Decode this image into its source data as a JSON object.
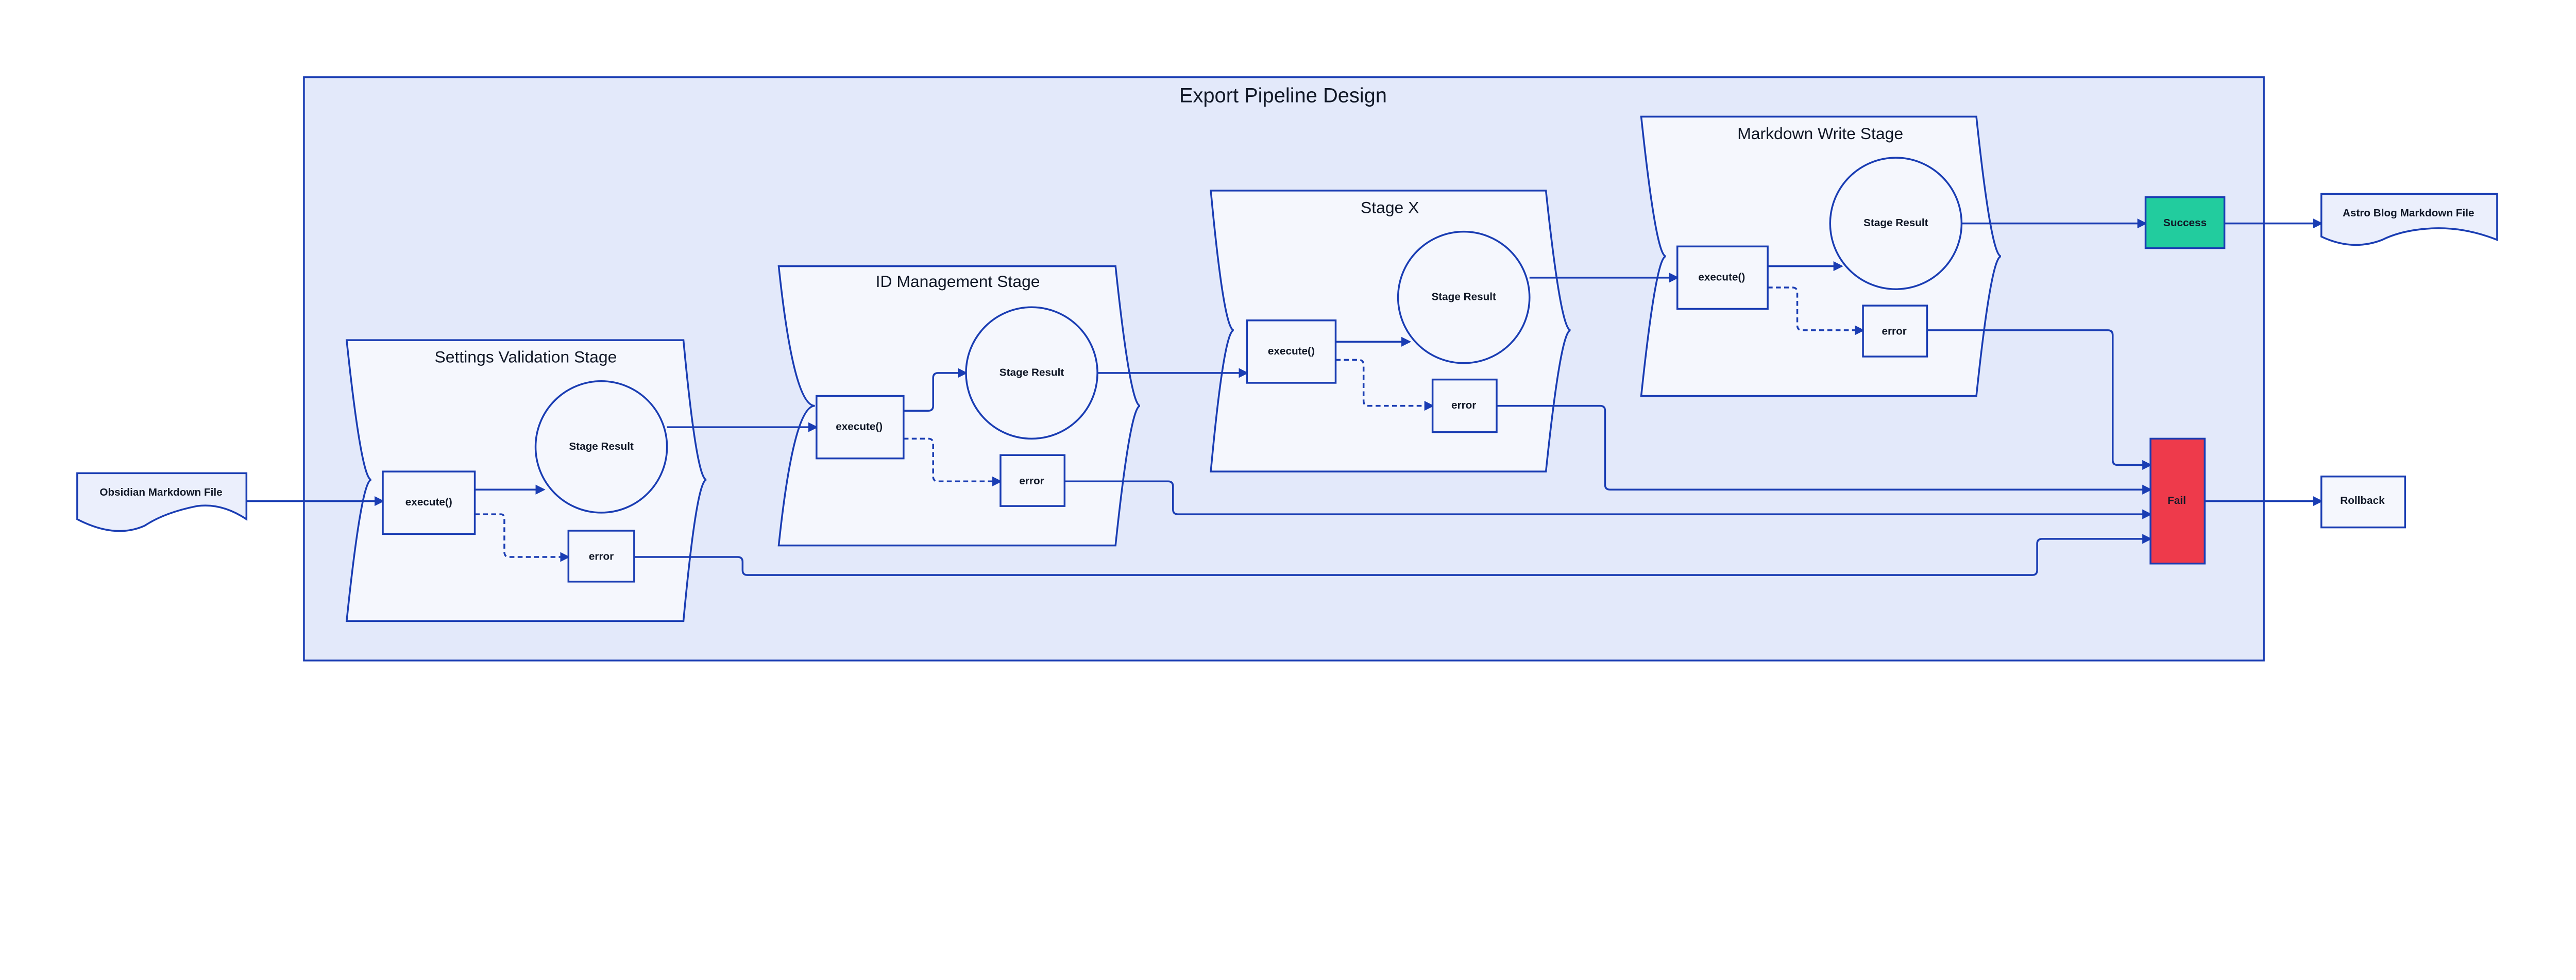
{
  "title": "Export Pipeline Design",
  "colors": {
    "stroke": "#1a3db3",
    "container": "#e3e9fa",
    "stage": "#f5f7fd",
    "success": "#22cc9e",
    "fail": "#ee3a4b"
  },
  "input_file": "Obsidian Markdown File",
  "output_file": "Astro Blog Markdown File",
  "success": "Success",
  "fail": "Fail",
  "rollback": "Rollback",
  "stages": [
    {
      "title": "Settings Validation Stage",
      "execute": "execute()",
      "result": "Stage Result",
      "error": "error"
    },
    {
      "title": "ID Management Stage",
      "execute": "execute()",
      "result": "Stage Result",
      "error": "error"
    },
    {
      "title": "Stage X",
      "execute": "execute()",
      "result": "Stage Result",
      "error": "error"
    },
    {
      "title": "Markdown Write Stage",
      "execute": "execute()",
      "result": "Stage Result",
      "error": "error"
    }
  ]
}
